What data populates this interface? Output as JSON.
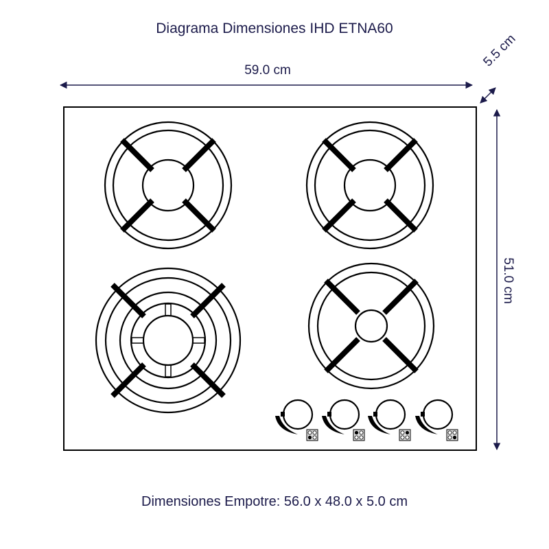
{
  "diagram": {
    "title": "Diagrama Dimensiones IHD ETNA60",
    "dimensions": {
      "width": "59.0 cm",
      "height": "51.0 cm",
      "depth": "5.5 cm"
    },
    "footer": "Dimensiones Empotre: 56.0  x 48.0 x 5.0 cm",
    "colors": {
      "text": "#1b1a4a",
      "dimension_line": "#1b1a4a",
      "outline": "#000000"
    },
    "burners": [
      {
        "position": "top-left",
        "type": "medium"
      },
      {
        "position": "top-right",
        "type": "medium"
      },
      {
        "position": "bottom-left",
        "type": "wok-triple-crown"
      },
      {
        "position": "bottom-right",
        "type": "small"
      }
    ],
    "knobs": [
      {
        "index": 1,
        "indicator": "bottom-left"
      },
      {
        "index": 2,
        "indicator": "top-left"
      },
      {
        "index": 3,
        "indicator": "top-right"
      },
      {
        "index": 4,
        "indicator": "bottom-right"
      }
    ]
  }
}
